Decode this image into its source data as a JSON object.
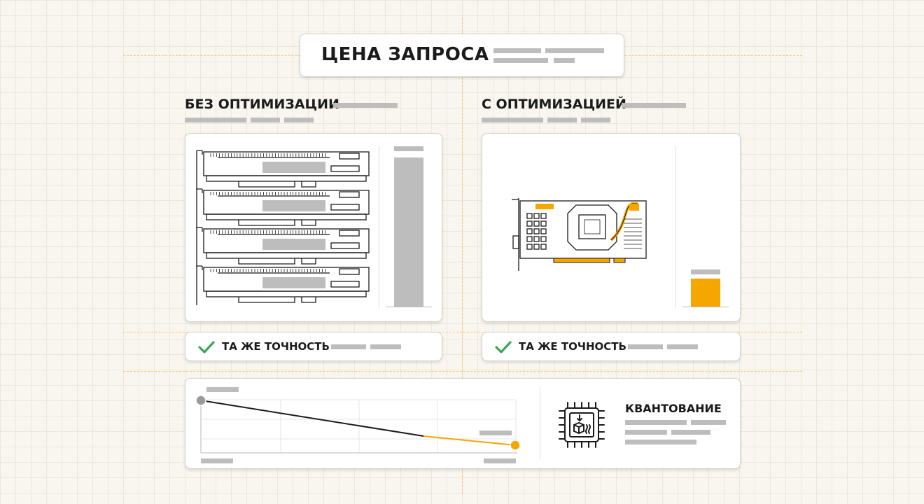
{
  "header": {
    "title": "ЦЕНА ЗАПРОСА"
  },
  "left": {
    "title": "БЕЗ ОПТИМИЗАЦИИ",
    "accuracy_label": "ТА ЖЕ ТОЧНОСТЬ",
    "gpu_count": 4,
    "cost_level": 1.0
  },
  "right": {
    "title": "С ОПТИМИЗАЦИЕЙ",
    "accuracy_label": "ТА ЖЕ ТОЧНОСТЬ",
    "gpu_count": 1,
    "cost_level": 0.19
  },
  "bottom": {
    "method_title": "КВАНТОВАНИЕ"
  },
  "colors": {
    "accent": "#f5a700",
    "check": "#3aa655",
    "neutral": "#bdbdbd",
    "text": "#1b1b1b",
    "line": "#1b1b1b"
  },
  "icons": {
    "check": "check-icon",
    "chip": "chip-icon",
    "gpu": "gpu-card-icon"
  }
}
